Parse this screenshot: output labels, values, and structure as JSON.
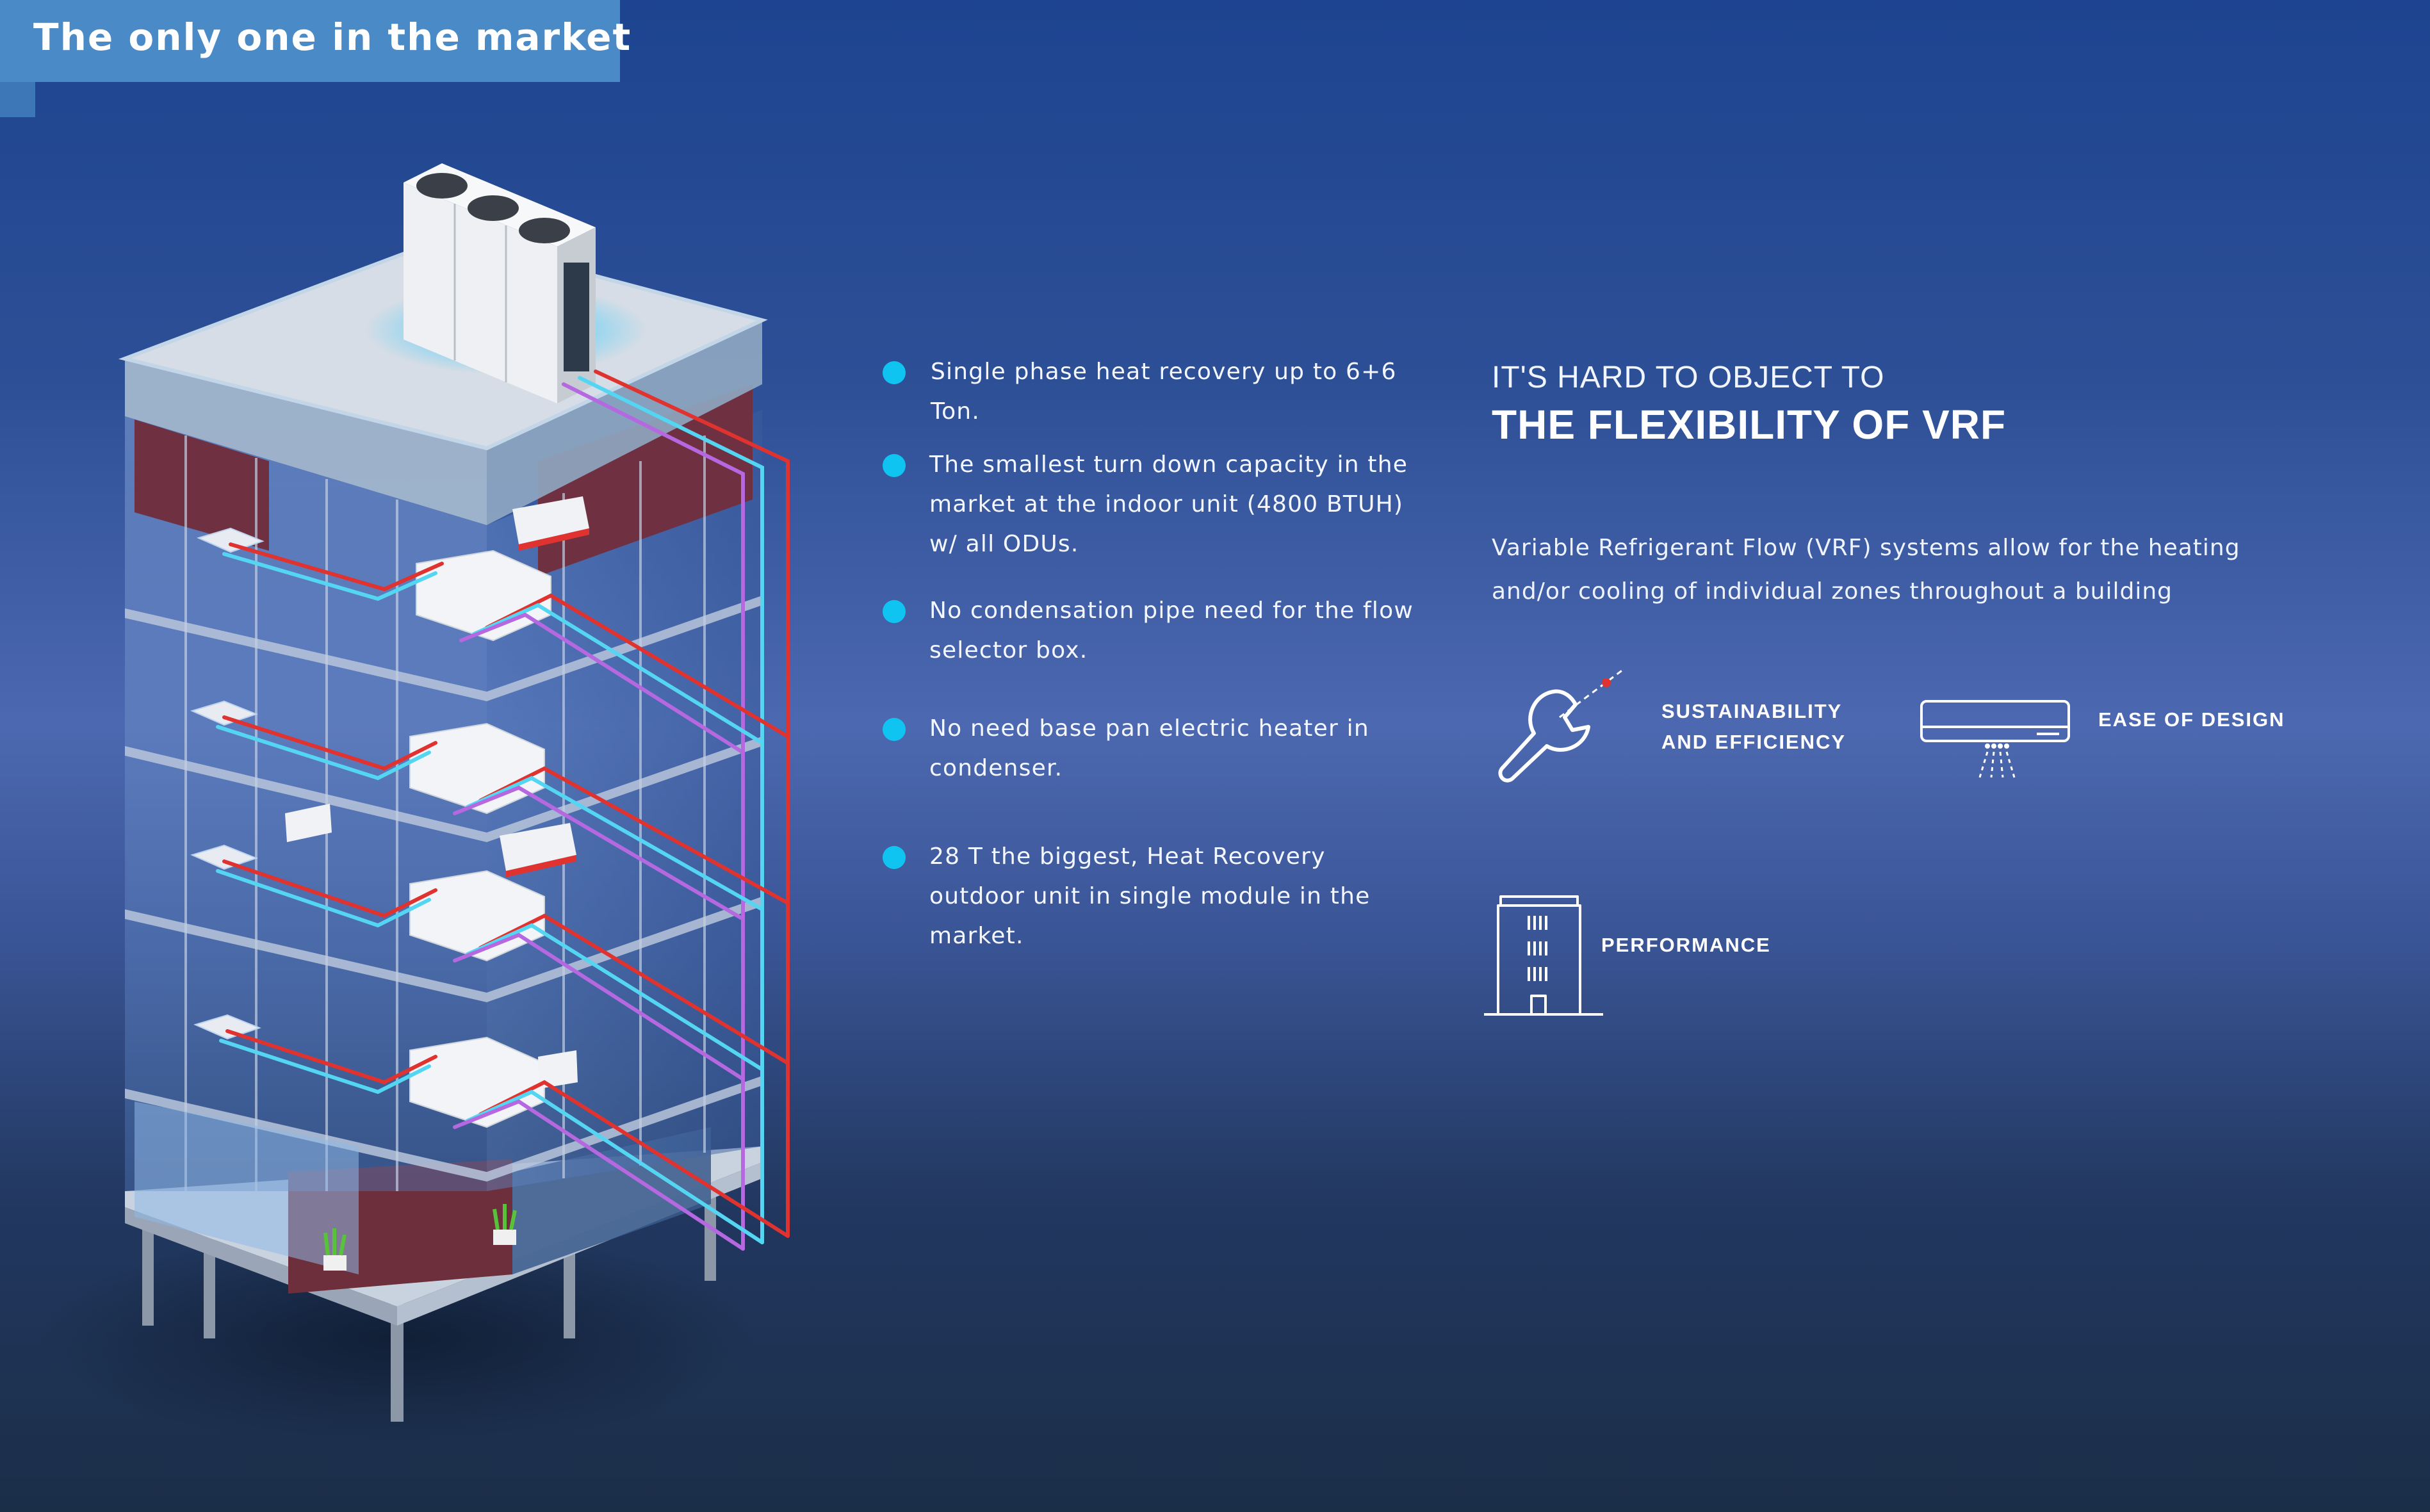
{
  "banner": {
    "title": "The only one in the market"
  },
  "bullets": [
    "Single phase heat recovery up to 6+6 Ton.",
    "The smallest turn down capacity in the market at the indoor unit (4800 BTUH) w/ all ODUs.",
    "No condensation pipe need for the flow selector box.",
    "No need base pan electric heater in condenser.",
    "28 T the biggest, Heat Recovery outdoor unit in single module in the market."
  ],
  "headline": {
    "small": "IT'S HARD TO OBJECT TO",
    "big": "THE FLEXIBILITY OF VRF"
  },
  "description": "Variable Refrigerant Flow (VRF) systems allow for the heating and/or cooling of individual zones throughout a building",
  "features": [
    {
      "icon": "wrench-icon",
      "line1": "SUSTAINABILITY",
      "line2": "AND EFFICIENCY"
    },
    {
      "icon": "air-conditioner-icon",
      "line1": "EASE OF DESIGN"
    },
    {
      "icon": "building-icon",
      "line1": "PERFORMANCE"
    }
  ],
  "colors": {
    "accent_dot": "#10c4f2",
    "banner": "#4a8ac6",
    "pipe_hot": "#e0322f",
    "pipe_cold": "#54d6f2",
    "pipe_purple": "#b568e0"
  }
}
